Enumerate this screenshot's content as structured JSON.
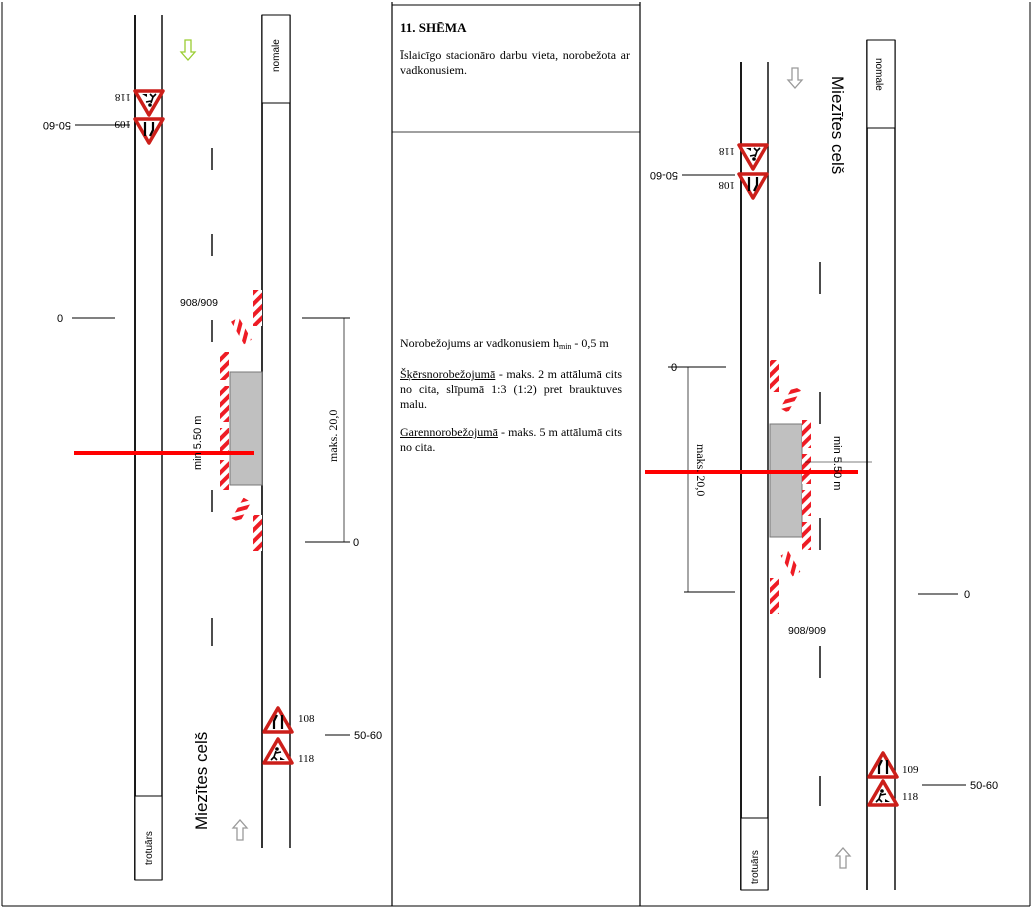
{
  "header": {
    "title": "11. SHĒMA",
    "description": "Īslaicīgo stacionāro darbu vieta, norobežota ar vadkonusiem."
  },
  "notes": {
    "line1": "Norobežojums ar vadkonusiem",
    "line1_h": "h",
    "line1_sub": "min",
    "line1_value": " - 0,5 m",
    "cross_title": "Šķērsnorobežojumā",
    "cross_text": " - maks. 2 m attālumā cits no cita, slīpumā 1:3 (1:2) pret brauktuves malu.",
    "long_title": "Garennorobežojumā",
    "long_text": " - maks. 5 m attālumā cits no cita."
  },
  "left_scheme": {
    "street_name": "Miezītes celš",
    "verge_label": "nomale",
    "sidewalk_label": "trotuārs",
    "signs_top": [
      {
        "code": "118",
        "name": "road-works-sign"
      },
      {
        "code": "109",
        "name": "lane-narrowing-sign"
      }
    ],
    "speed_top": "50-60",
    "zero_top": "0",
    "barrier_code": "908/909",
    "min_label": "min 5.50 m",
    "max_label": "maks. 20,0",
    "zero_bottom": "0",
    "signs_bottom": [
      {
        "code": "108",
        "name": "lane-narrowing-sign"
      },
      {
        "code": "118",
        "name": "road-works-sign"
      }
    ],
    "speed_bottom": "50-60"
  },
  "right_scheme": {
    "street_name": "Miezītes celš",
    "verge_label": "nomale",
    "sidewalk_label": "trotuārs",
    "signs_top": [
      {
        "code": "118",
        "name": "road-works-sign"
      },
      {
        "code": "108",
        "name": "lane-narrowing-sign"
      }
    ],
    "speed_top": "50-60",
    "zero_top": "0",
    "barrier_code": "908/909",
    "min_label": "min 5.50 m",
    "max_label": "maks. 20,0",
    "zero_right": "0",
    "signs_bottom": [
      {
        "code": "109",
        "name": "lane-narrowing-sign"
      },
      {
        "code": "118",
        "name": "road-works-sign"
      }
    ],
    "speed_bottom": "50-60"
  },
  "colors": {
    "accent_red": "#ff0000",
    "sign_red": "#cc1f1a",
    "barrier_red": "#ee1c25",
    "work_zone_gray": "#c0c0c0",
    "arrow_green": "#9acd32"
  }
}
